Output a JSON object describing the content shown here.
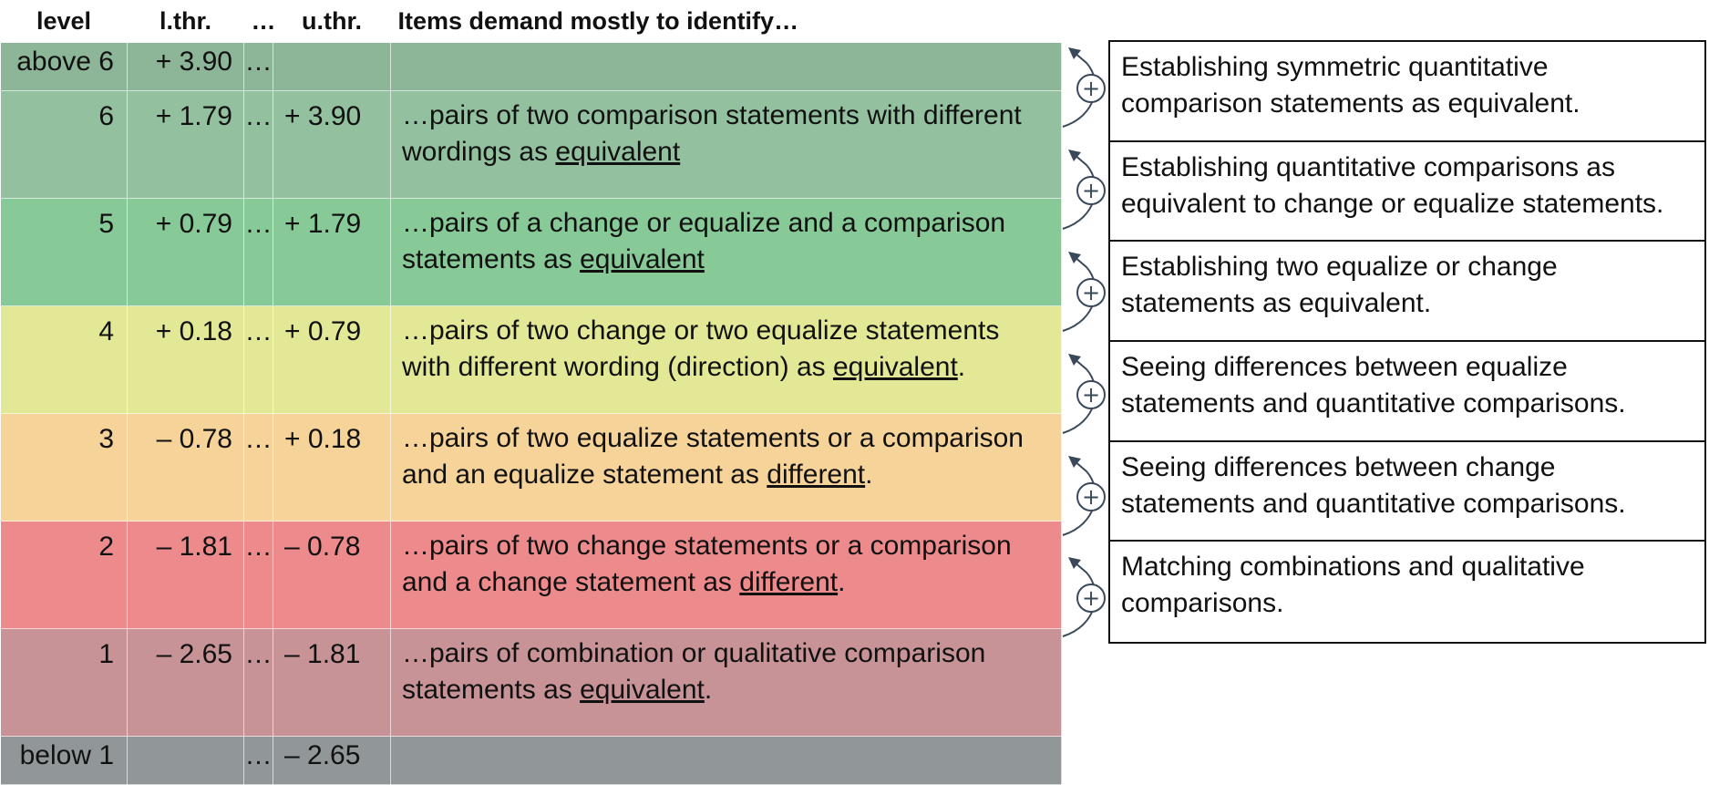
{
  "header": {
    "level": "level",
    "lower": "l.thr.",
    "dots": "…",
    "upper": "u.thr.",
    "description": "Items demand mostly to identify…"
  },
  "rows": [
    {
      "level": "above 6",
      "lower": "+ 3.90",
      "dots": "…",
      "upper": "",
      "pre": "",
      "key": "",
      "post": "",
      "color": "#8db597"
    },
    {
      "level": "6",
      "lower": "+ 1.79",
      "dots": "…",
      "upper": "+ 3.90",
      "pre": "…pairs of two comparison statements with different wordings as ",
      "key": "equivalent",
      "post": "",
      "color": "#93c1a0"
    },
    {
      "level": "5",
      "lower": "+ 0.79",
      "dots": "…",
      "upper": "+ 1.79",
      "pre": "…pairs of a change or equalize and a comparison statements as ",
      "key": "equivalent",
      "post": "",
      "color": "#87c997"
    },
    {
      "level": "4",
      "lower": "+ 0.18",
      "dots": "…",
      "upper": "+ 0.79",
      "pre": "…pairs of two change or two equalize statements with different wording (direction) as ",
      "key": "equivalent",
      "post": ".",
      "color": "#e3e896"
    },
    {
      "level": "3",
      "lower": "– 0.78",
      "dots": "…",
      "upper": "+ 0.18",
      "pre": "…pairs of two equalize statements or a comparison and an equalize statement as ",
      "key": "different",
      "post": ".",
      "color": "#f6d398"
    },
    {
      "level": "2",
      "lower": "– 1.81",
      "dots": "…",
      "upper": "– 0.78",
      "pre": "…pairs of two change statements or a comparison and a change statement as ",
      "key": "different",
      "post": ".",
      "color": "#ed8b8c"
    },
    {
      "level": "1",
      "lower": "– 2.65",
      "dots": "…",
      "upper": "– 1.81",
      "pre": "…pairs of combination or qualitative comparison statements as ",
      "key": "equivalent",
      "post": ".",
      "color": "#c79396"
    },
    {
      "level": "below 1",
      "lower": "",
      "dots": "…",
      "upper": "– 2.65",
      "pre": "",
      "key": "",
      "post": "",
      "color": "#919799"
    }
  ],
  "transitions": [
    "Establishing symmetric quantitative comparison statements as equivalent.",
    "Establishing quantitative comparisons as equivalent to change or equalize statements.",
    "Establishing two equalize or change statements as equivalent.",
    "Seeing differences between equalize statements and quantitative comparisons.",
    "Seeing differences between change statements and quantitative comparisons.",
    "Matching combinations and qualitative comparisons."
  ],
  "connector_symbol": "+",
  "connector_icon": "plus-circle-arrow-icon",
  "connector_color": "#3b4a5a"
}
